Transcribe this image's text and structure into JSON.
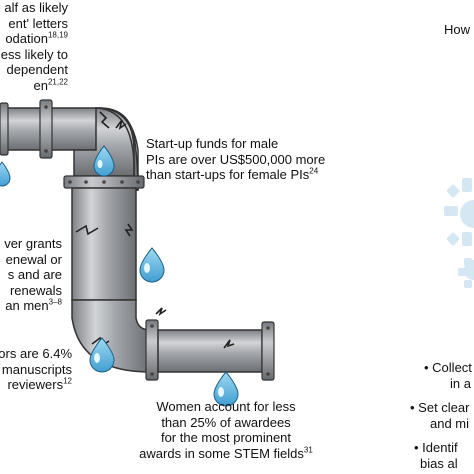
{
  "colors": {
    "pipe": "#9ea1a5",
    "pipe_dark": "#6b6e72",
    "pipe_light": "#d4d6d9",
    "drop": "#6cbfe6",
    "drop_light": "#bfe6f7",
    "gear": "#cfe3ef"
  },
  "icons": [
    "water-drop-icon",
    "crack-icon",
    "bolt-icon",
    "gear-icon"
  ],
  "left_top": {
    "lines": [
      {
        "text": "alf as likely"
      },
      {
        "text": "ent' letters"
      },
      {
        "text": "odation",
        "sup": "18,19"
      },
      {
        "text": "ess likely to"
      },
      {
        "text": "dependent"
      },
      {
        "text": "en",
        "sup": "21,22"
      }
    ]
  },
  "left_mid": {
    "lines": [
      {
        "text": "ver grants"
      },
      {
        "text": "enewal or"
      },
      {
        "text": "s and are"
      },
      {
        "text": "renewals"
      },
      {
        "text": "an men",
        "sup": "3–8"
      }
    ]
  },
  "left_bottom": {
    "lines": [
      {
        "text": "ors are 6.4%"
      },
      {
        "text": "manuscripts"
      },
      {
        "text": "reviewers",
        "sup": "12"
      }
    ]
  },
  "startup": {
    "lines": [
      {
        "text": "Start-up funds for male"
      },
      {
        "text": "PIs are over US$500,000 more"
      },
      {
        "text": "than start-ups for female PIs",
        "sup": "24"
      }
    ]
  },
  "awards": {
    "lines": [
      {
        "text": "Women account for less"
      },
      {
        "text": "than 25% of awardees"
      },
      {
        "text": "for the most prominent"
      },
      {
        "text": "awards in some STEM fields",
        "sup": "31"
      }
    ]
  },
  "right_title": "How",
  "right_bullets": [
    {
      "lines": [
        "Collect",
        "in a"
      ]
    },
    {
      "lines": [
        "Set clear",
        "and mi"
      ]
    },
    {
      "lines": [
        "Identif",
        "bias al"
      ]
    }
  ]
}
